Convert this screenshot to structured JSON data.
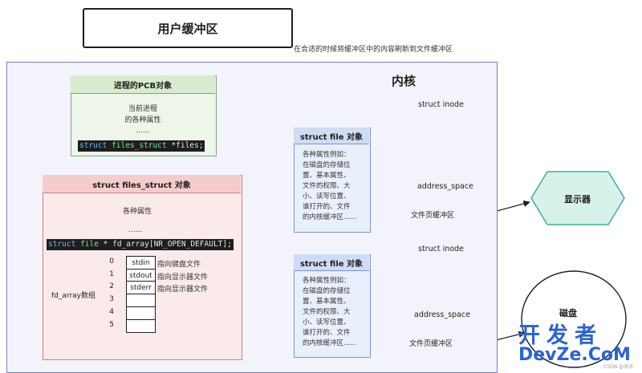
{
  "title": "用户缓冲区",
  "note": "在合适的时候将缓冲区中的内容刷新到文件缓冲区",
  "kernel": {
    "label": "内核"
  },
  "pcb": {
    "header": "进程的PCB对象",
    "lines": [
      "当前进程",
      "的各种属性",
      "......"
    ],
    "code": {
      "kw": "struct",
      "type": "files_struct",
      "rest": " *files;"
    }
  },
  "files_struct": {
    "header": "struct files_struct 对象",
    "attrs": "各种属性",
    "ellipsis": "......",
    "code": {
      "kw": "struct",
      "type": "file",
      "rest": " * fd_array[NR_OPEN_DEFAULT];"
    },
    "fd_label": "fd_array数组",
    "slots": [
      {
        "index": "0",
        "label": "stdin",
        "desc": "指向键盘文件"
      },
      {
        "index": "1",
        "label": "stdout",
        "desc": "指向显示器文件"
      },
      {
        "index": "2",
        "label": "stderr",
        "desc": "指向显示器文件"
      },
      {
        "index": "3",
        "label": "",
        "desc": ""
      },
      {
        "index": "4",
        "label": "",
        "desc": ""
      },
      {
        "index": "5",
        "label": "",
        "desc": ""
      }
    ]
  },
  "file_objects": [
    {
      "header": "struct file 对象",
      "lines": [
        "各种属性例如：",
        "在磁盘的存储位",
        "置、基本属性、",
        "文件的权限、大",
        "小、读写位置、",
        "谁打开的、文件",
        "的内核缓冲区......"
      ]
    },
    {
      "header": "struct file 对象",
      "lines": [
        "各种属性例如：",
        "在磁盘的存储位",
        "置、基本属性、",
        "文件的权限、大",
        "小、读写位置、",
        "谁打开的、文件",
        "的内核缓冲区......"
      ]
    }
  ],
  "inode_label": "struct inode",
  "address_space_label": "address_space",
  "file_page_buffer": "文件页缓冲区",
  "devices": {
    "display": "显示器",
    "disk": "磁盘"
  },
  "watermark": {
    "big": "开发者",
    "small": "DevZe.CoM",
    "tiny": "CSDN @凉凉"
  },
  "colors": {
    "kernel": "#7a7dc9",
    "pcb": "#7aa87a",
    "files_struct": "#d47a7a",
    "file": "#7a95c9",
    "buffer": "#f0c419",
    "display": "#3fae9c"
  }
}
